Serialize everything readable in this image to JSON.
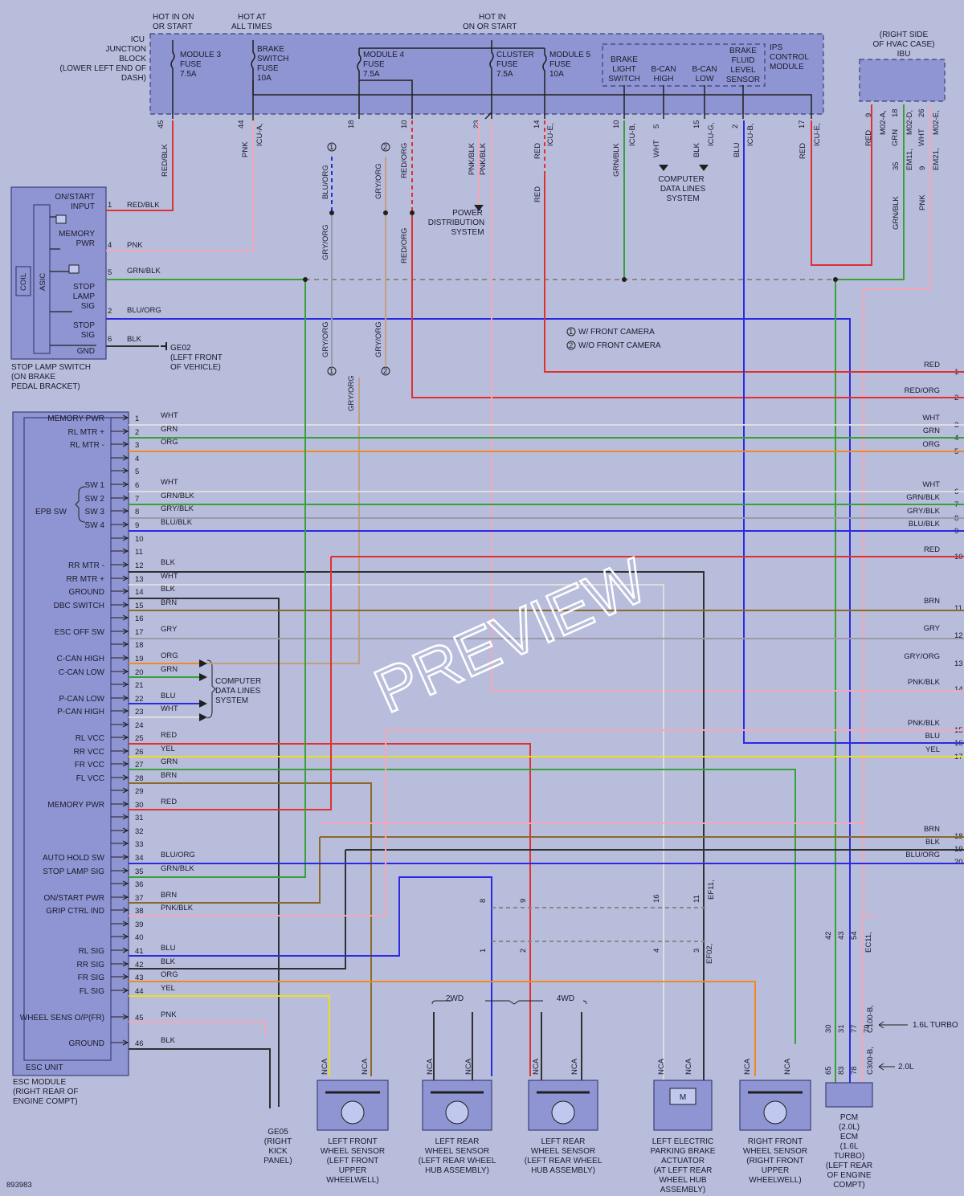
{
  "top": {
    "hot_in_on_start": [
      "HOT IN ON",
      "OR START"
    ],
    "hot_at_all_times": [
      "HOT AT",
      "ALL TIMES"
    ],
    "hot_in_on_start2": [
      "HOT IN",
      "ON OR START"
    ]
  },
  "icu": {
    "label": [
      "ICU",
      "JUNCTION",
      "BLOCK",
      "(LOWER LEFT END OF",
      "DASH)"
    ],
    "module3_fuse": [
      "MODULE 3",
      "FUSE",
      "7.5A"
    ],
    "brake_switch_fuse": [
      "BRAKE",
      "SWITCH",
      "FUSE",
      "10A"
    ],
    "module4_fuse": [
      "MODULE 4",
      "FUSE",
      "7.5A"
    ],
    "cluster_fuse": [
      "CLUSTER",
      "FUSE",
      "7.5A"
    ],
    "module5_fuse": [
      "MODULE 5",
      "FUSE",
      "10A"
    ],
    "ips_module": [
      "IPS",
      "CONTROL",
      "MODULE"
    ],
    "ips_items": [
      [
        "BRAKE",
        "LIGHT",
        "SWITCH"
      ],
      [
        "B-CAN",
        "HIGH"
      ],
      [
        "B-CAN",
        "LOW"
      ],
      [
        "BRAKE",
        "FLUID",
        "LEVEL",
        "SENSOR"
      ]
    ],
    "pins": [
      "45",
      "44",
      "18",
      "10",
      "23",
      "14",
      "10",
      "5",
      "15",
      "2",
      "17"
    ],
    "pin_connectors": [
      "ICU-A,",
      "ICU-E,",
      "ICU-B,",
      "ICU-G,",
      "ICU-B,",
      "ICU-E,"
    ],
    "wire_colors": [
      "RED/BLK",
      "PNK",
      "BLU/ORG",
      "GRY/ORG",
      "RED/ORG",
      "PNK/BLK",
      "PNK/BLK",
      "RED",
      "RED",
      "GRN/BLK",
      "WHT",
      "BLK",
      "BLU",
      "RED"
    ]
  },
  "ibu": {
    "label": [
      "(RIGHT SIDE",
      "OF HVAC CASE)",
      "IBU"
    ],
    "pins": [
      "9",
      "18",
      "26",
      "35",
      "9"
    ],
    "connectors": [
      "M02-A,",
      "M02-D,",
      "M02-E,",
      "EM11,",
      "EM21,"
    ],
    "colors": [
      "RED",
      "GRN",
      "WHT",
      "GRN/BLK",
      "PNK"
    ]
  },
  "stop_lamp": {
    "pins": [
      {
        "n": "1",
        "label": [
          "ON/START",
          "INPUT"
        ],
        "color": "RED/BLK"
      },
      {
        "n": "4",
        "label": [
          "MEMORY",
          "PWR"
        ],
        "color": "PNK"
      },
      {
        "n": "5",
        "label": [
          "STOP",
          "LAMP",
          "SIG"
        ],
        "color": "GRN/BLK"
      },
      {
        "n": "2",
        "label": [
          "STOP",
          "SIG"
        ],
        "color": "BLU/ORG"
      },
      {
        "n": "6",
        "label": [
          "GND"
        ],
        "color": "BLK"
      }
    ],
    "coil": "COIL",
    "asic": "ASIC",
    "name": [
      "STOP LAMP SWITCH",
      "(ON BRAKE",
      "PEDAL BRACKET)"
    ],
    "ground": [
      "GE02",
      "(LEFT FRONT",
      "OF VEHICLE)"
    ]
  },
  "notes": {
    "power_distribution": [
      "POWER",
      "DISTRIBUTION",
      "SYSTEM"
    ],
    "computer_data_lines": [
      "COMPUTER",
      "DATA LINES",
      "SYSTEM"
    ],
    "front_camera_1": "W/ FRONT CAMERA",
    "front_camera_2": "W/O FRONT CAMERA",
    "opt1": "1",
    "opt2": "2"
  },
  "esc": {
    "rows": [
      {
        "n": "1",
        "label": "MEMORY PWR",
        "color": "WHT"
      },
      {
        "n": "2",
        "label": "RL MTR +",
        "color": "GRN"
      },
      {
        "n": "3",
        "label": "RL MTR -",
        "color": "ORG"
      },
      {
        "n": "4",
        "label": "",
        "color": ""
      },
      {
        "n": "5",
        "label": "",
        "color": ""
      },
      {
        "n": "6",
        "label": "SW 1",
        "color": "WHT"
      },
      {
        "n": "7",
        "label": "SW 2",
        "color": "GRN/BLK"
      },
      {
        "n": "8",
        "label": "SW 3",
        "color": "GRY/BLK"
      },
      {
        "n": "9",
        "label": "SW 4",
        "color": "BLU/BLK"
      },
      {
        "n": "10",
        "label": "",
        "color": ""
      },
      {
        "n": "11",
        "label": "",
        "color": ""
      },
      {
        "n": "12",
        "label": "RR MTR -",
        "color": "BLK"
      },
      {
        "n": "13",
        "label": "RR MTR +",
        "color": "WHT"
      },
      {
        "n": "14",
        "label": "GROUND",
        "color": "BLK"
      },
      {
        "n": "15",
        "label": "DBC SWITCH",
        "color": "BRN"
      },
      {
        "n": "16",
        "label": "",
        "color": ""
      },
      {
        "n": "17",
        "label": "ESC OFF SW",
        "color": "GRY"
      },
      {
        "n": "18",
        "label": "",
        "color": ""
      },
      {
        "n": "19",
        "label": "C-CAN HIGH",
        "color": "ORG"
      },
      {
        "n": "20",
        "label": "C-CAN LOW",
        "color": "GRN"
      },
      {
        "n": "21",
        "label": "",
        "color": ""
      },
      {
        "n": "22",
        "label": "P-CAN LOW",
        "color": "BLU"
      },
      {
        "n": "23",
        "label": "P-CAN HIGH",
        "color": "WHT"
      },
      {
        "n": "24",
        "label": "",
        "color": ""
      },
      {
        "n": "25",
        "label": "RL VCC",
        "color": "RED"
      },
      {
        "n": "26",
        "label": "RR VCC",
        "color": "YEL"
      },
      {
        "n": "27",
        "label": "FR VCC",
        "color": "GRN"
      },
      {
        "n": "28",
        "label": "FL VCC",
        "color": "BRN"
      },
      {
        "n": "29",
        "label": "",
        "color": ""
      },
      {
        "n": "30",
        "label": "MEMORY PWR",
        "color": "RED"
      },
      {
        "n": "31",
        "label": "",
        "color": ""
      },
      {
        "n": "32",
        "label": "",
        "color": ""
      },
      {
        "n": "33",
        "label": "",
        "color": ""
      },
      {
        "n": "34",
        "label": "AUTO HOLD SW",
        "color": "BLU/ORG"
      },
      {
        "n": "35",
        "label": "STOP LAMP SIG",
        "color": "GRN/BLK"
      },
      {
        "n": "36",
        "label": "",
        "color": ""
      },
      {
        "n": "37",
        "label": "ON/START PWR",
        "color": "BRN"
      },
      {
        "n": "38",
        "label": "GRIP CTRL IND",
        "color": "PNK/BLK"
      },
      {
        "n": "39",
        "label": "",
        "color": ""
      },
      {
        "n": "40",
        "label": "",
        "color": ""
      },
      {
        "n": "41",
        "label": "RL SIG",
        "color": "BLU"
      },
      {
        "n": "42",
        "label": "RR SIG",
        "color": "BLK"
      },
      {
        "n": "43",
        "label": "FR SIG",
        "color": "ORG"
      },
      {
        "n": "44",
        "label": "FL SIG",
        "color": "YEL"
      },
      {
        "n": "45",
        "label": "WHEEL SENS O/P(FR)",
        "color": "PNK"
      },
      {
        "n": "46",
        "label": "GROUND",
        "color": "BLK"
      }
    ],
    "epb_sw": "EPB SW",
    "unit": "ESC UNIT",
    "name": [
      "ESC MODULE",
      "(RIGHT REAR OF",
      "ENGINE COMPT)"
    ],
    "ground": [
      "GE05",
      "(RIGHT",
      "KICK",
      "PANEL)"
    ]
  },
  "right_edge": [
    {
      "n": "1",
      "color": "RED"
    },
    {
      "n": "2",
      "color": "RED/ORG"
    },
    {
      "n": "3",
      "color": "WHT"
    },
    {
      "n": "4",
      "color": "GRN"
    },
    {
      "n": "5",
      "color": "ORG"
    },
    {
      "n": "6",
      "color": "WHT"
    },
    {
      "n": "7",
      "color": "GRN/BLK"
    },
    {
      "n": "8",
      "color": "GRY/BLK"
    },
    {
      "n": "9",
      "color": "BLU/BLK"
    },
    {
      "n": "10",
      "color": "RED"
    },
    {
      "n": "11",
      "color": "BRN"
    },
    {
      "n": "12",
      "color": "GRY"
    },
    {
      "n": "13",
      "color": "GRY/ORG"
    },
    {
      "n": "14",
      "color": "PNK/BLK"
    },
    {
      "n": "15",
      "color": "PNK/BLK"
    },
    {
      "n": "16",
      "color": "BLU"
    },
    {
      "n": "17",
      "color": "YEL"
    },
    {
      "n": "18",
      "color": "BRN"
    },
    {
      "n": "19",
      "color": "BLK"
    },
    {
      "n": "20",
      "color": "BLU/ORG"
    }
  ],
  "bottom": {
    "sensor_labels": [
      [
        "LEFT FRONT",
        "WHEEL SENSOR",
        "(LEFT FRONT",
        "UPPER",
        "WHEELWELL)"
      ],
      [
        "LEFT REAR",
        "WHEEL SENSOR",
        "(LEFT REAR WHEEL",
        "HUB ASSEMBLY)"
      ],
      [
        "LEFT REAR",
        "WHEEL SENSOR",
        "(LEFT REAR WHEEL",
        "HUB ASSEMBLY)"
      ],
      [
        "LEFT ELECTRIC",
        "PARKING BRAKE",
        "ACTUATOR",
        "(AT LEFT REAR",
        "WHEEL HUB",
        "ASSEMBLY)"
      ],
      [
        "RIGHT FRONT",
        "WHEEL SENSOR",
        "(RIGHT FRONT",
        "UPPER",
        "WHEELWELL)"
      ],
      [
        "PCM",
        "(2.0L)",
        "ECM",
        "(1.6L",
        "TURBO)",
        "(LEFT REAR",
        "OF ENGINE",
        "COMPT)"
      ]
    ],
    "twowd": "2WD",
    "fourwd": "4WD",
    "nca": "NCA",
    "turbo": "1.6L TURBO",
    "two_l": "2.0L",
    "motor": "M",
    "conn_codes": [
      "EF11,",
      "EF02,",
      "EC11,",
      "C100-B,",
      "C300-B,"
    ],
    "mid_pins": [
      "8",
      "9",
      "16",
      "11",
      "1",
      "2",
      "4",
      "3",
      "42",
      "43",
      "54",
      "30",
      "31",
      "77",
      "79",
      "65",
      "83",
      "78"
    ]
  },
  "footer_code": "893983",
  "watermark": "PREVIEW",
  "colors": {
    "bg": "#b9bddc",
    "box": "#8f95d2",
    "red": "#e03030",
    "pink": "#f2a8b8",
    "green": "#38a038",
    "blue": "#2a2ae0",
    "orange": "#f08a20",
    "yellow": "#e8e020",
    "brown": "#8a6a2a",
    "gray": "#9a9aa8",
    "black": "#303030",
    "white": "#f4f4f4",
    "tan": "#c0a080"
  }
}
